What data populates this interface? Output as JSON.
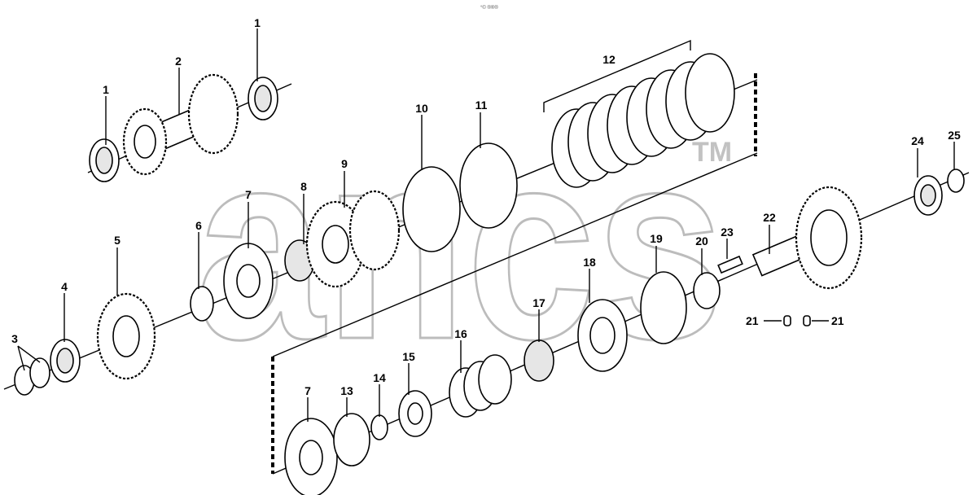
{
  "header": {
    "code": "°© ®®®"
  },
  "watermark": {
    "text": "ancs",
    "trademark": "TM"
  },
  "callouts": {
    "c1a": "1",
    "c1b": "1",
    "c2": "2",
    "c3": "3",
    "c4": "4",
    "c5": "5",
    "c6": "6",
    "c7a": "7",
    "c7b": "7",
    "c8": "8",
    "c9": "9",
    "c10": "10",
    "c11": "11",
    "c12": "12",
    "c13": "13",
    "c14": "14",
    "c15": "15",
    "c16": "16",
    "c17": "17",
    "c18": "18",
    "c19": "19",
    "c20": "20",
    "c22": "22",
    "c23": "23",
    "c24": "24",
    "c25": "25"
  },
  "legend_21": {
    "left": "21",
    "right": "21"
  }
}
